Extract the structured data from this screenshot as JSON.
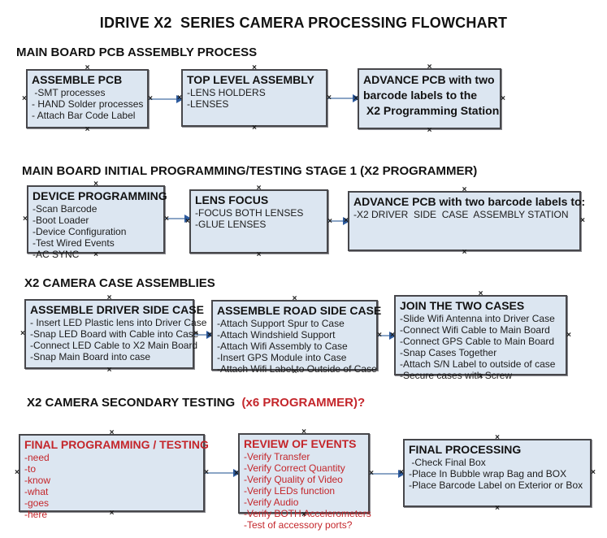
{
  "title": "IDRIVE X2  SERIES CAMERA PROCESSING FLOWCHART",
  "glyphs": {
    "connector": "×"
  },
  "colors": {
    "box_fill": "#dce6f1",
    "box_border": "#47474b",
    "arrow_line": "#8ba5c6",
    "arrow_head": "#2d5b9e",
    "red_text": "#c4262b",
    "black_text": "#121212"
  },
  "sections": [
    {
      "heading": "MAIN BOARD PCB ASSEMBLY PROCESS",
      "boxes": [
        {
          "title": "ASSEMBLE PCB",
          "items": [
            " -SMT processes",
            "- HAND Solder processes",
            "- Attach Bar Code Label"
          ]
        },
        {
          "title": "TOP LEVEL ASSEMBLY",
          "items": [
            "-LENS HOLDERS",
            "-LENSES"
          ]
        },
        {
          "title": "ADVANCE PCB with two",
          "items": [
            "barcode labels to the",
            " X2 Programming Station"
          ]
        }
      ]
    },
    {
      "heading": "MAIN BOARD INITIAL PROGRAMMING/TESTING STAGE 1 (X2 PROGRAMMER)",
      "boxes": [
        {
          "title": "DEVICE PROGRAMMING",
          "items": [
            "-Scan Barcode",
            "-Boot Loader",
            "-Device Configuration",
            "-Test Wired Events",
            "-AC SYNC"
          ]
        },
        {
          "title": "LENS FOCUS",
          "items": [
            "-FOCUS BOTH LENSES",
            "-GLUE LENSES"
          ]
        },
        {
          "title": "ADVANCE PCB with two barcode labels to:",
          "items": [
            "-X2 DRIVER  SIDE  CASE  ASSEMBLY STATION"
          ]
        }
      ]
    },
    {
      "heading": "X2 CAMERA CASE ASSEMBLIES",
      "boxes": [
        {
          "title": "ASSEMBLE DRIVER SIDE CASE",
          "items": [
            "- Insert LED Plastic lens into Driver Case",
            "-Snap LED Board with Cable into Case",
            "-Connect LED Cable to X2 Main Board",
            "-Snap Main Board into case"
          ]
        },
        {
          "title": "ASSEMBLE ROAD SIDE CASE",
          "items": [
            "-Attach Support Spur to Case",
            "-Attach Windshield Support",
            "-Attach Wifi Assembly to Case",
            "-Insert GPS Module into Case",
            "-Attach Wifi Label to Outside of Case"
          ]
        },
        {
          "title": "JOIN THE TWO CASES",
          "items": [
            "-Slide Wifi Antenna into Driver Case",
            "-Connect Wifi Cable to Main Board",
            "-Connect GPS Cable to Main Board",
            "-Snap Cases Together",
            "-Attach S/N Label to outside of case",
            "-Secure cases with Screw"
          ]
        }
      ]
    },
    {
      "heading": "X2 CAMERA SECONDARY TESTING  ",
      "heading_red": "(x6 PROGRAMMER)?",
      "boxes": [
        {
          "title": "FINAL PROGRAMMING / TESTING",
          "items": [
            "-need",
            "-to",
            "-know",
            "-what",
            "-goes",
            "-here"
          ]
        },
        {
          "title": "REVIEW OF EVENTS",
          "items": [
            "-Verify Transfer",
            "-Verify Correct Quantity",
            "-Verify Quality of Video",
            "-Verify LEDs function",
            "-Verify Audio",
            "-Verify BOTH Accelerometers",
            "-Test of accessory ports?"
          ]
        },
        {
          "title": "FINAL PROCESSING",
          "items": [
            " -Check Final Box",
            "-Place In Bubble wrap Bag and BOX",
            "-Place Barcode Label on Exterior or Box"
          ]
        }
      ]
    }
  ]
}
